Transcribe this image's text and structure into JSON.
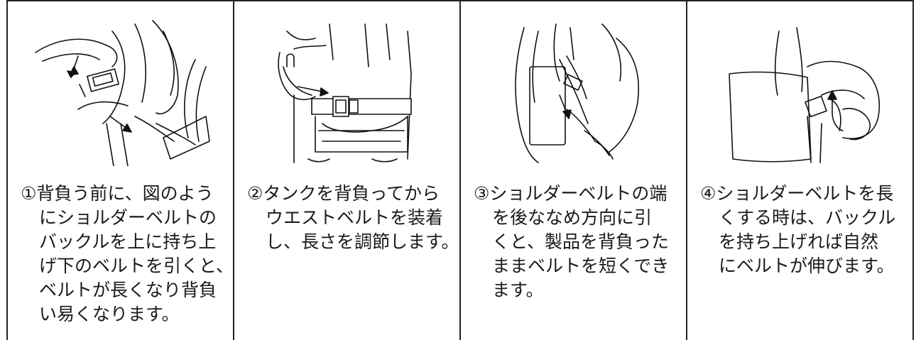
{
  "panels": [
    {
      "number": "①",
      "lines": [
        "背負う前に、図のよう",
        "にショルダーベルトの",
        "バックルを上に持ち上",
        "げ下のベルトを引くと、",
        "ベルトが長くなり背負",
        "い易くなります。"
      ],
      "illustration": "shoulder-belt-buckle-lift-icon"
    },
    {
      "number": "②",
      "lines": [
        "タンクを背負ってから",
        "ウエストベルトを装着",
        "し、長さを調節します。"
      ],
      "illustration": "waist-belt-fasten-icon"
    },
    {
      "number": "③",
      "lines": [
        "ショルダーベルトの端",
        "を後ななめ方向に引",
        "くと、製品を背負った",
        "ままベルトを短くでき",
        "ます。"
      ],
      "illustration": "shoulder-belt-pull-icon"
    },
    {
      "number": "④",
      "lines": [
        "ショルダーベルトを長",
        "くする時は、バックル",
        "を持ち上げれば自然",
        "にベルトが伸びます。"
      ],
      "illustration": "buckle-lift-loosen-icon"
    }
  ]
}
